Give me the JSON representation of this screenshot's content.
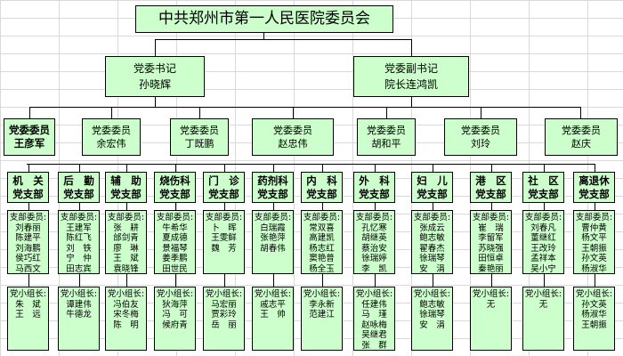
{
  "title": "中共郑州市第一人民医院委员会",
  "secretaries": [
    {
      "role": "党委书记",
      "name": "孙晓辉"
    },
    {
      "role": "党委副书记",
      "name": "院长连鸿凯"
    }
  ],
  "members": [
    {
      "role": "党委委员",
      "name": "王彦军"
    },
    {
      "role": "党委委员",
      "name": "余宏伟"
    },
    {
      "role": "党委委员",
      "name": "丁既鹏"
    },
    {
      "role": "党委委员",
      "name": "赵忠伟"
    },
    {
      "role": "党委委员",
      "name": "胡和平"
    },
    {
      "role": "党委委员",
      "name": "刘玲"
    },
    {
      "role": "党委委员",
      "name": "赵庆"
    }
  ],
  "branches": [
    {
      "name": [
        "机　关",
        "党支部"
      ],
      "committee_label": "支部委员:",
      "committee": [
        "刘春丽",
        "陈建平",
        "刘海鹏",
        "侯巧红",
        "马西文"
      ],
      "group_label": "党小组长:",
      "group": [
        "朱　斌",
        "王　远"
      ]
    },
    {
      "name": [
        "后　勤",
        "党支部"
      ],
      "committee_label": "支部委员:",
      "committee": [
        "王建军",
        "陈红飞",
        "刘　铁",
        "宁　仲",
        "田志宾"
      ],
      "group_label": "党小组长:",
      "group": [
        "谭建伟",
        "牛德龙"
      ]
    },
    {
      "name": [
        "辅　助",
        "党支部"
      ],
      "committee_label": "支部委员:",
      "committee": [
        "张　耕",
        "邰剑青",
        "廖　琳",
        "王　斌",
        "袁晓锋"
      ],
      "group_label": "党小组长:",
      "group": [
        "冯伯友",
        "宋冬梅",
        "陈　明"
      ]
    },
    {
      "name": [
        "烧伤科",
        "党支部"
      ],
      "committee_label": "支部委员:",
      "committee": [
        "牛希华",
        "夏成德",
        "景福琴",
        "姜季鹏",
        "田世民"
      ],
      "group_label": "党小组长:",
      "group": [
        "狄海萍",
        "冯　可",
        "候府青"
      ]
    },
    {
      "name": [
        "门　诊",
        "党支部"
      ],
      "committee_label": "支部委员:",
      "committee": [
        "卜　晖",
        "王雯鲜",
        "魏　芳"
      ],
      "group_label": "党小组长:",
      "group": [
        "马宏丽",
        "贾彩玲",
        "岳　丽"
      ]
    },
    {
      "name": [
        "药剂科",
        "党支部"
      ],
      "committee_label": "支部委员:",
      "committee": [
        "白瑞霞",
        "张艳萍",
        "胡春伟"
      ],
      "group_label": "党小组长:",
      "group": [
        "戚志平",
        "王　帅"
      ]
    },
    {
      "name": [
        "内　科",
        "党支部"
      ],
      "committee_label": "支部委员:",
      "committee": [
        "常双喜",
        "高建凯",
        "杨志红",
        "窦艳普",
        "杨全玉"
      ],
      "group_label": "党小组长:",
      "group": [
        "李永新",
        "范建江"
      ]
    },
    {
      "name": [
        "外　科",
        "党支部"
      ],
      "committee_label": "支部委员:",
      "committee": [
        "孔忆寒",
        "胡继英",
        "蔡治安",
        "徐瑞婷",
        "李　凯"
      ],
      "group_label": "党小组长:",
      "group": [
        "任建伟",
        "马　瑾",
        "赵咏梅",
        "吴继君",
        "张　群"
      ]
    },
    {
      "name": [
        "妇　儿",
        "党支部"
      ],
      "committee_label": "支部委员:",
      "committee": [
        "张成云",
        "鲍志敏",
        "翟春杰",
        "徐瑞琴",
        "安　涓"
      ],
      "group_label": "党小组长:",
      "group": [
        "鲍志敏",
        "徐瑞琴",
        "安　涓"
      ]
    },
    {
      "name": [
        "港　区",
        "党支部"
      ],
      "committee_label": "支部委员:",
      "committee": [
        "崔　瑞",
        "李留军",
        "苏晓强",
        "田恒卓",
        "秦艳丽"
      ],
      "group_label": "党小组长:",
      "group": [
        "无"
      ]
    },
    {
      "name": [
        "社　区",
        "党支部"
      ],
      "committee_label": "支部委员:",
      "committee": [
        "刘春凡",
        "董继红",
        "王改玲",
        "孟祥本",
        "吴小宁"
      ],
      "group_label": "党小组长:",
      "group": [
        "无"
      ]
    },
    {
      "name": [
        "离退休",
        "党支部"
      ],
      "committee_label": "支部委员:",
      "committee": [
        "曹仲黄",
        "杨文平",
        "王朝振",
        "孙文英",
        "杨淑华"
      ],
      "group_label": "党小组长:",
      "group": [
        "孙文英",
        "杨淑华",
        "王朝振"
      ]
    }
  ]
}
